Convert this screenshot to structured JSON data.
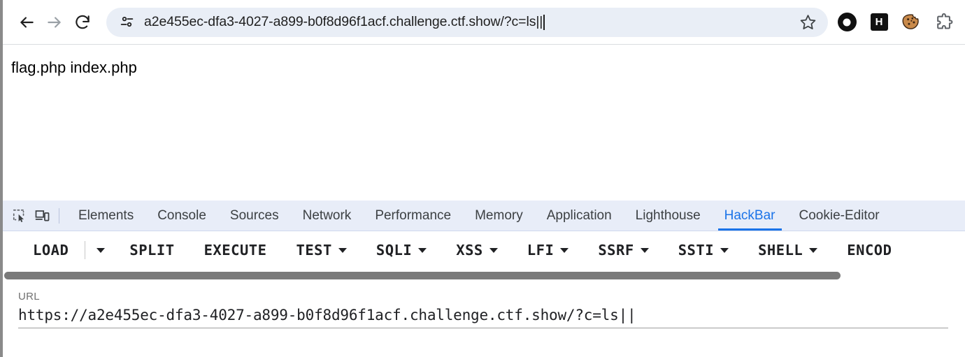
{
  "browser": {
    "back_icon": "arrow-left-icon",
    "forward_icon": "arrow-right-icon",
    "reload_icon": "reload-icon",
    "page_info_icon": "page-info-tune-icon",
    "omnibox_value": "a2e455ec-dfa3-4027-a899-b0f8d96f1acf.challenge.ctf.show/?c=ls||",
    "omnibox_placeholder": "Search Google or type a URL",
    "bookmark_icon": "star-icon",
    "extensions": [
      {
        "name": "ring-extension-icon",
        "label": ""
      },
      {
        "name": "hackbar-extension-icon",
        "label": "H"
      },
      {
        "name": "cookie-editor-extension-icon",
        "label": ""
      },
      {
        "name": "extensions-puzzle-icon",
        "label": ""
      }
    ]
  },
  "page": {
    "content": "flag.php index.php"
  },
  "devtools": {
    "inspect_icon": "inspect-element-icon",
    "device_toolbar_icon": "device-toolbar-icon",
    "tabs": [
      {
        "label": "Elements",
        "active": false
      },
      {
        "label": "Console",
        "active": false
      },
      {
        "label": "Sources",
        "active": false
      },
      {
        "label": "Network",
        "active": false
      },
      {
        "label": "Performance",
        "active": false
      },
      {
        "label": "Memory",
        "active": false
      },
      {
        "label": "Application",
        "active": false
      },
      {
        "label": "Lighthouse",
        "active": false
      },
      {
        "label": "HackBar",
        "active": true
      },
      {
        "label": "Cookie-Editor",
        "active": false
      }
    ],
    "active_tab": "HackBar",
    "accent_color": "#1a73e8",
    "tabbar_background": "#e8edf8"
  },
  "hackbar": {
    "buttons": [
      {
        "label": "LOAD",
        "caret": false,
        "separate_caret": true
      },
      {
        "label": "SPLIT",
        "caret": false,
        "separate_caret": false
      },
      {
        "label": "EXECUTE",
        "caret": false,
        "separate_caret": false
      },
      {
        "label": "TEST",
        "caret": true,
        "separate_caret": false
      },
      {
        "label": "SQLI",
        "caret": true,
        "separate_caret": false
      },
      {
        "label": "XSS",
        "caret": true,
        "separate_caret": false
      },
      {
        "label": "LFI",
        "caret": true,
        "separate_caret": false
      },
      {
        "label": "SSRF",
        "caret": true,
        "separate_caret": false
      },
      {
        "label": "SSTI",
        "caret": true,
        "separate_caret": false
      },
      {
        "label": "SHELL",
        "caret": true,
        "separate_caret": false
      },
      {
        "label": "ENCOD",
        "caret": false,
        "separate_caret": false
      }
    ],
    "url_label": "URL",
    "url_value": "https://a2e455ec-dfa3-4027-a899-b0f8d96f1acf.challenge.ctf.show/?c=ls||",
    "url_placeholder": "URL"
  }
}
